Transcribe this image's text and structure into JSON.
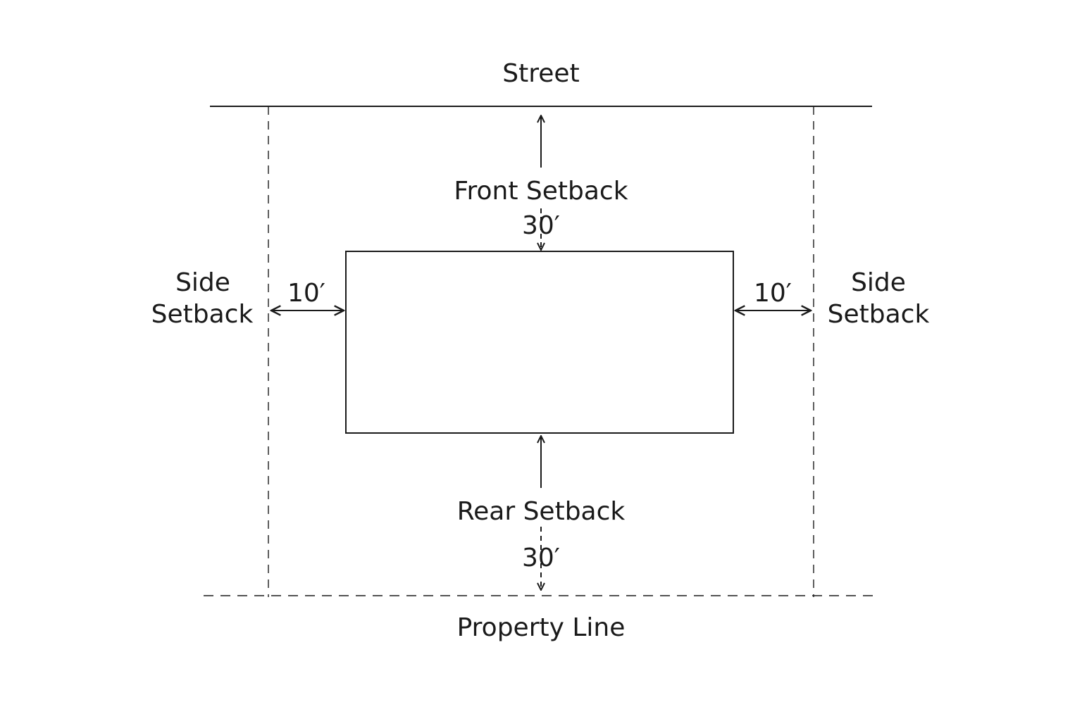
{
  "labels": {
    "street": "Street",
    "front_setback": "Front Setback",
    "front_distance": "30′",
    "rear_setback": "Rear Setback",
    "rear_distance": "30′",
    "side_left_line1": "Side",
    "side_left_line2": "Setback",
    "side_left_distance": "10′",
    "side_right_line1": "Side",
    "side_right_line2": "Setback",
    "side_right_distance": "10′",
    "property_line": "Property Line"
  },
  "colors": {
    "ink": "#1a1a1a",
    "background": "#ffffff"
  }
}
